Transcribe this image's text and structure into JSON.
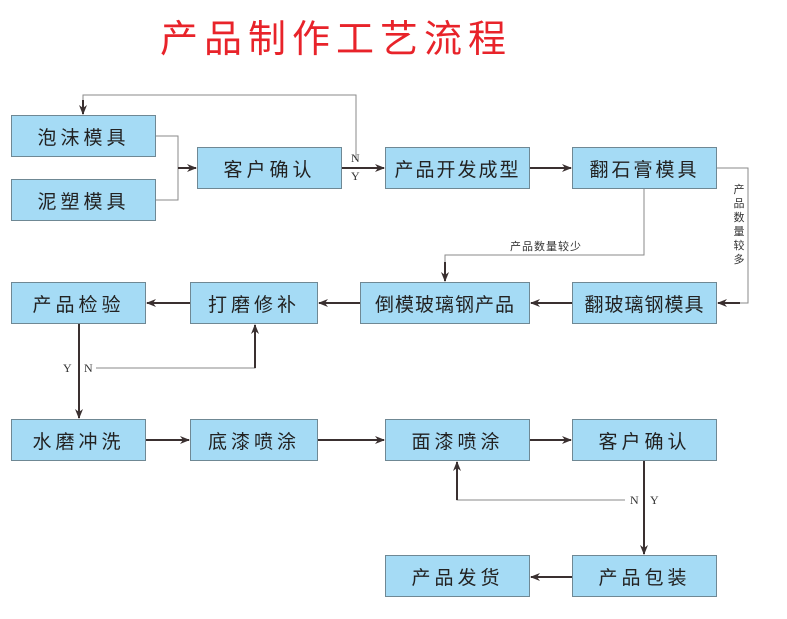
{
  "title": "产品制作工艺流程",
  "colors": {
    "title": "#e8232a",
    "box_fill": "#a5dbf5",
    "box_border": "#6f8894",
    "arrow": "#3a3030",
    "line_gray": "#8a8a8a"
  },
  "nodes": {
    "foam_mold": "泡沫模具",
    "clay_mold": "泥塑模具",
    "customer_confirm_1": "客户确认",
    "product_development": "产品开发成型",
    "plaster_mold": "翻石膏模具",
    "product_inspection": "产品检验",
    "polish_repair": "打磨修补",
    "frp_casting": "倒模玻璃钢产品",
    "frp_mold": "翻玻璃钢模具",
    "wet_sanding": "水磨冲洗",
    "primer_spray": "底漆喷涂",
    "topcoat_spray": "面漆喷涂",
    "customer_confirm_2": "客户确认",
    "packaging": "产品包装",
    "shipping": "产品发货"
  },
  "edge_labels": {
    "confirm1_no": "N",
    "confirm1_yes": "Y",
    "inspection_yes": "Y",
    "inspection_no": "N",
    "confirm2_no": "N",
    "confirm2_yes": "Y",
    "small_quantity": "产品数量较少",
    "large_quantity": "产品数量较多"
  }
}
